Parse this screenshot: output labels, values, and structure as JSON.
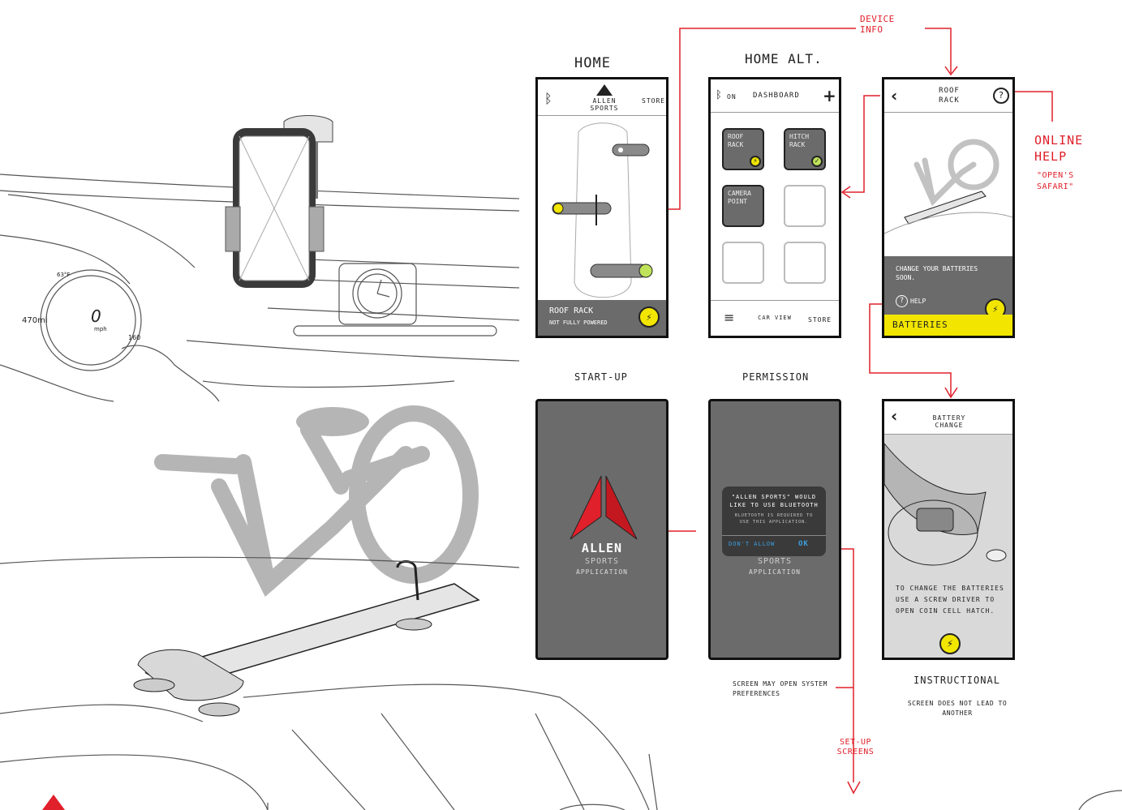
{
  "labels": {
    "home": "HOME",
    "home_alt": "HOME ALT.",
    "device_info": "DEVICE INFO",
    "online_help": "ONLINE HELP",
    "opens_safari": "\"OPEN'S SAFARI\"",
    "start_up": "START-UP",
    "permission": "PERMISSION",
    "set_up_screens": "SET-UP SCREENS",
    "screen_may_open": "SCREEN MAY OPEN SYSTEM PREFERENCES",
    "instructional": "INSTRUCTIONAL",
    "screen_not_lead": "SCREEN DOES NOT LEAD TO ANOTHER"
  },
  "dashboard_scene": {
    "speed_value": "0",
    "speed_unit": "mph",
    "range": "470mi",
    "temp": "63°F",
    "max_speed": "160"
  },
  "home_screen": {
    "brand_line1": "ALLEN",
    "brand_line2": "SPORTS",
    "store": "STORE",
    "status_title": "ROOF RACK",
    "status_sub": "NOT FULLY POWERED"
  },
  "home_alt_screen": {
    "bt_status": "ON",
    "title": "DASHBOARD",
    "plus": "+",
    "tiles": [
      "ROOF RACK",
      "HITCH RACK",
      "CAMERA POINT"
    ],
    "tab_car_view": "CAR VIEW",
    "tab_store": "STORE"
  },
  "roof_rack_screen": {
    "title_line1": "ROOF",
    "title_line2": "RACK",
    "message": "CHANGE YOUR BATTERIES SOON.",
    "help": "HELP",
    "banner": "BATTERIES"
  },
  "startup_screen": {
    "brand_line1": "ALLEN",
    "brand_line2": "SPORTS",
    "brand_line3": "APPLICATION"
  },
  "permission_screen": {
    "dialog_title": "\"ALLEN SPORTS\" WOULD LIKE TO USE BLUETOOTH",
    "dialog_body": "BLUETOOTH IS REQUIRED TO USE THIS APPLICATION.",
    "dont_allow": "DON'T ALLOW",
    "ok": "OK",
    "brand_line2": "SPORTS",
    "brand_line3": "APPLICATION"
  },
  "battery_screen": {
    "title_line1": "BATTERY",
    "title_line2": "CHANGE",
    "instructions": "TO CHANGE THE BATTERIES USE A SCREW DRIVER TO OPEN COIN CELL HATCH."
  },
  "colors": {
    "accent_red": "#e0202a",
    "battery_yellow": "#f2e600",
    "screen_gray": "#6b6b6b",
    "ios_blue": "#3aa0e0"
  }
}
